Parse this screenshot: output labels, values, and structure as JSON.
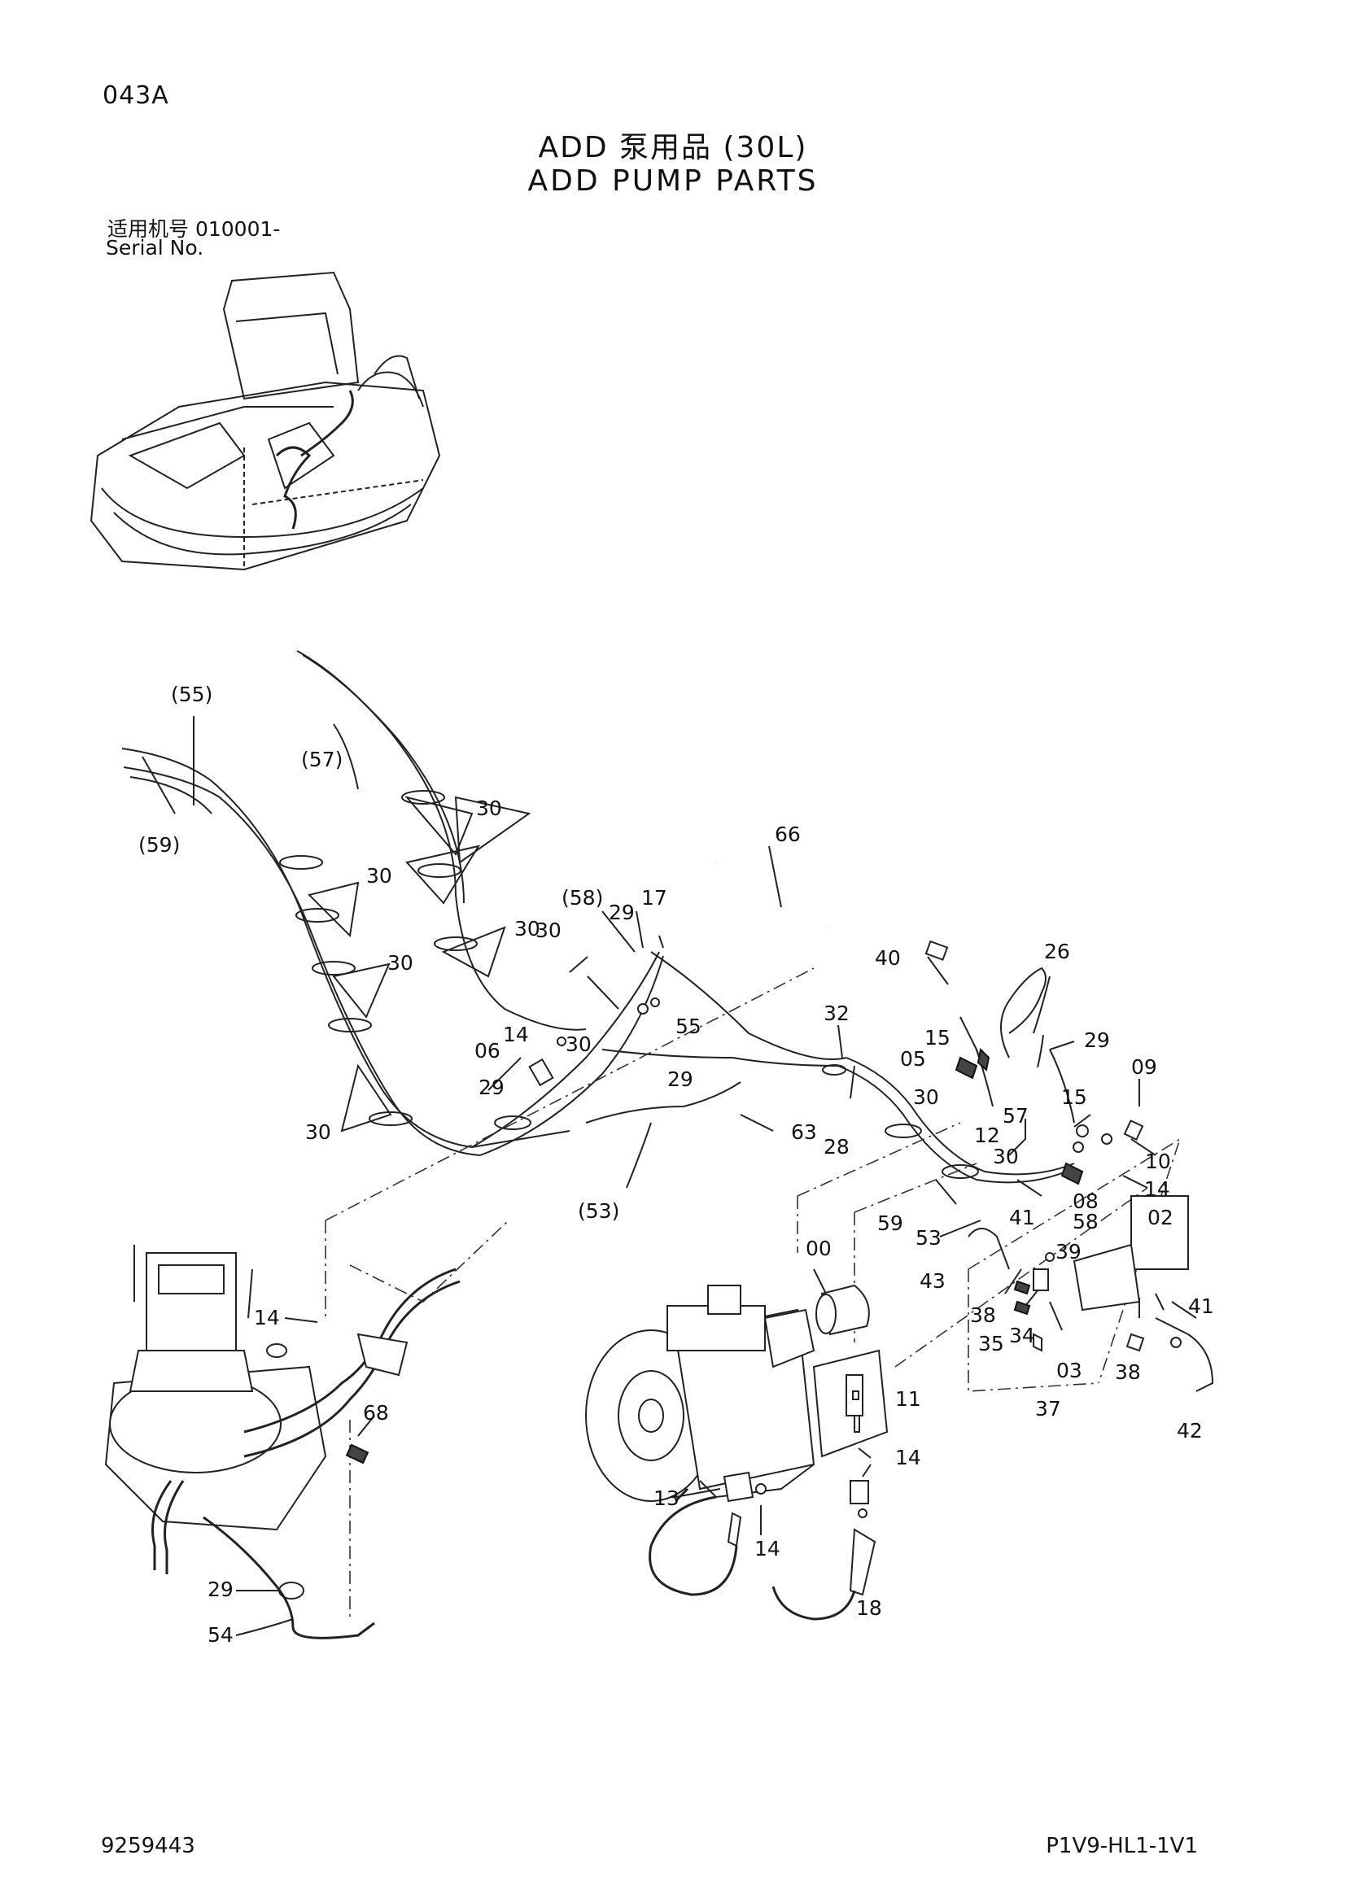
{
  "header": {
    "page_code": "043A",
    "title_cn": "ADD 泵用品 (30L)",
    "title_en": "ADD PUMP PARTS",
    "serial_cn": "适用机号 010001-",
    "serial_en": "Serial No."
  },
  "footer": {
    "drawing_no": "9259443",
    "doc_code": "P1V9-HL1-1V1"
  },
  "callouts": [
    "(55)",
    "(57)",
    "(59)",
    "30",
    "30",
    "30",
    "30",
    "30",
    "30",
    "30",
    "66",
    "(58)",
    "29",
    "17",
    "55",
    "14",
    "06",
    "29",
    "29",
    "63",
    "32",
    "28",
    "(53)",
    "40",
    "26",
    "15",
    "29",
    "05",
    "09",
    "30",
    "12",
    "57",
    "15",
    "30",
    "10",
    "14",
    "08",
    "59",
    "53",
    "58",
    "41",
    "02",
    "39",
    "43",
    "00",
    "38",
    "35",
    "34",
    "03",
    "41",
    "38",
    "37",
    "42",
    "14",
    "68",
    "11",
    "14",
    "13",
    "14",
    "18",
    "29",
    "54"
  ],
  "colors": {
    "ink": "#111111",
    "paper": "#ffffff"
  }
}
